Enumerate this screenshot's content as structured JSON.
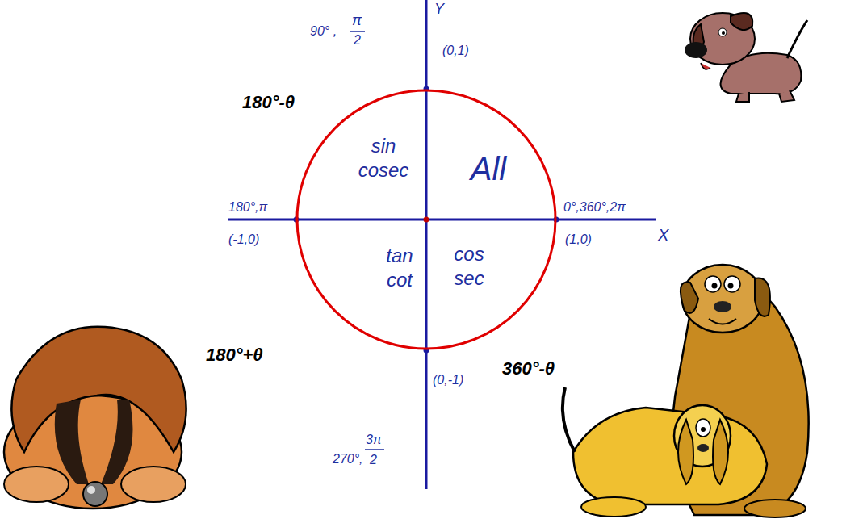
{
  "diagram": {
    "nodes": [
      {
        "text": [
          "sin cosec",
          "All",
          "tan cot",
          "cos sec"
        ]
      }
    ],
    "labels": [
      "Y",
      "X",
      "90° ,",
      "π",
      "2",
      "(0,1)",
      "180°-θ",
      "180°,π",
      "(-1,0)",
      "0°,360°,2π",
      "(1,0)",
      "180°+θ",
      "360°-θ",
      "(0,-1)",
      "270°,",
      "3π",
      "2"
    ]
  }
}
